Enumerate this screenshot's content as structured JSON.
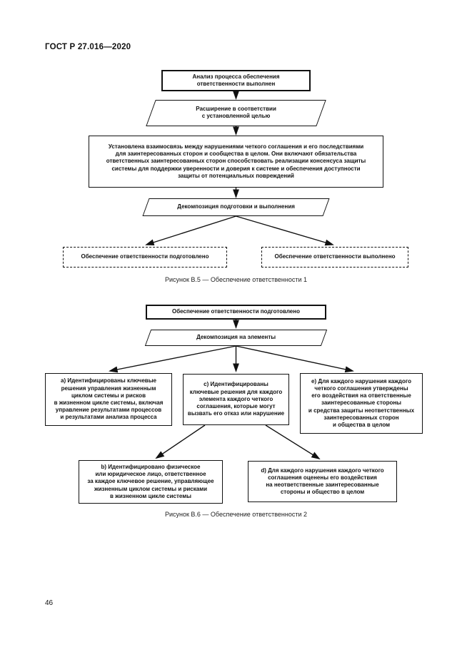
{
  "page": {
    "header": "ГОСТ Р 27.016—2020",
    "page_number": "46"
  },
  "figure_b5": {
    "caption": "Рисунок В.5 — Обеспечение ответственности 1",
    "nodes": {
      "analysis_done": "Анализ процесса обеспечения\nответственности выполнен",
      "expansion": "Расширение в соответствии\nс установленной целью",
      "relationship": "Установлена взаимосвязь между нарушениями четкого соглашения и его последствиями\nдля заинтересованных сторон и сообщества в целом. Они включают обязательства\nответственных заинтересованных сторон способствовать реализации консенсуса защиты\nсистемы для поддержки уверенности и доверия к системе и обеспечения доступности\nзащиты от потенциальных повреждений",
      "decomposition": "Декомпозиция подготовки и выполнения",
      "prepared": "Обеспечение ответственности подготовлено",
      "done": "Обеспечение ответственности выполнено"
    }
  },
  "figure_b6": {
    "caption": "Рисунок В.6 — Обеспечение ответственности 2",
    "nodes": {
      "prepared": "Обеспечение ответственности подготовлено",
      "decomposition": "Декомпозиция на элементы",
      "item_a": "а) Идентифицированы ключевые\nрешения управления жизненным\nциклом системы и рисков\nв жизненном цикле системы, включая\nуправление результатами процессов\nи результатами анализа процесса",
      "item_c": "с) Идентифицированы\nключевые решения для каждого\nэлемента каждого четкого\nсоглашения, которые могут\nвызвать его отказ или нарушение",
      "item_e": "е) Для каждого нарушения каждого\nчеткого соглашения утверждены\nего воздействия на ответственные\nзаинтересованные стороны\nи средства защиты неответственных\nзаинтересованных сторон\nи общества в целом",
      "item_b": "b) Идентифицировано физическое\nили юридическое лицо, ответственное\nза каждое ключевое решение, управляющее\nжизненным циклом системы и рисками\nв жизненном цикле системы",
      "item_d": "d) Для каждого нарушения каждого четкого\nсоглашения оценены его воздействия\nна неответственные заинтересованные\nстороны и общество в целом"
    }
  }
}
